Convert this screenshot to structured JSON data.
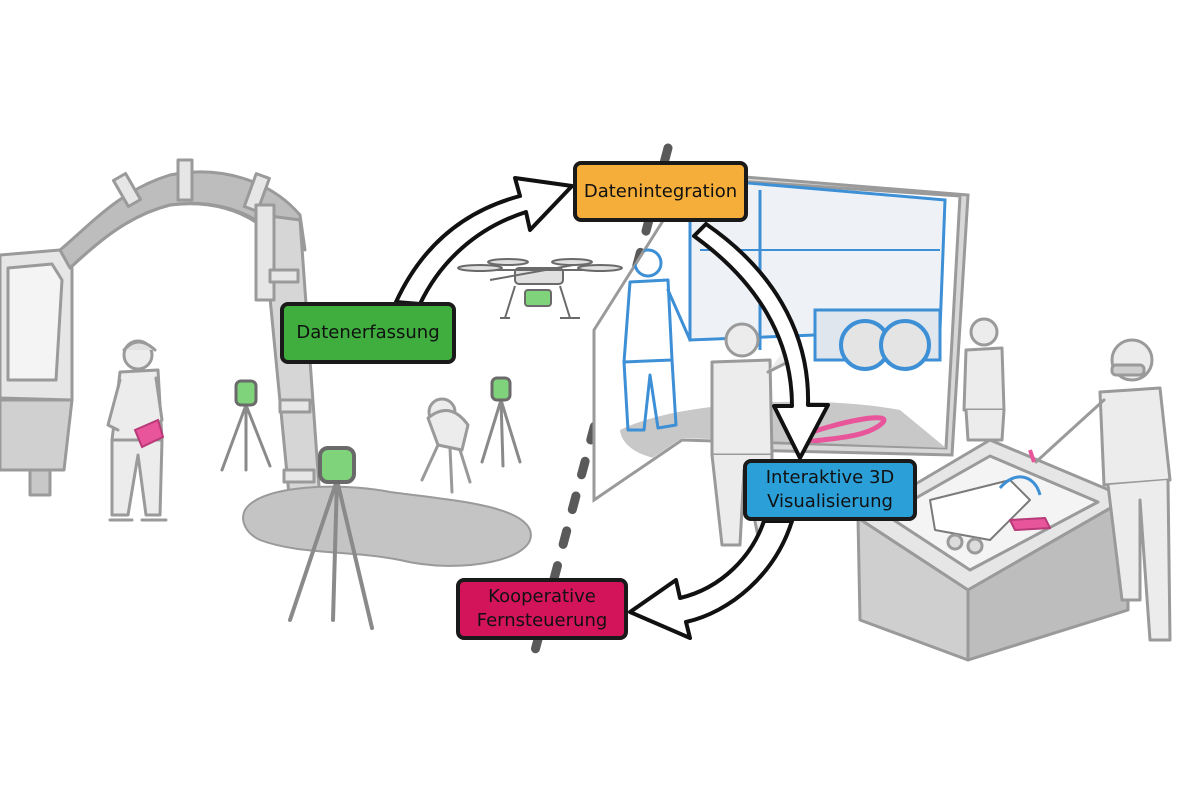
{
  "colors": {
    "erfassung": "#3fae3f",
    "integration": "#f6ae3b",
    "visualisierung": "#2a9fd8",
    "fernsteuerung": "#d4145a",
    "blueprint": "#3d8fd6",
    "highlight": "#e8559a",
    "sensor_green": "#7fd37a",
    "outline": "#1a1a1a",
    "figure_fill": "#ececec",
    "figure_stroke": "#9a9a9a"
  },
  "stages": {
    "erfassung": "Datenerfassung",
    "integration": "Datenintegration",
    "visualisierung": "Interaktive 3D\nVisualisierung",
    "fernsteuerung": "Kooperative\nFernsteuerung"
  },
  "icons": [
    "excavator-icon",
    "worker-icon",
    "tripod-scanner-icon",
    "drone-icon",
    "display-screen-icon",
    "sandbox-table-icon",
    "cycle-arrow-icon"
  ]
}
